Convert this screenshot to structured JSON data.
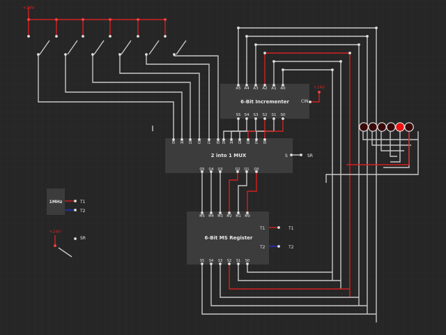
{
  "supply_label": "+24V",
  "clock": {
    "label": "1MHz",
    "t1": "T1",
    "t2": "T2"
  },
  "sr_switch": {
    "supply": "+24V",
    "label": "SR"
  },
  "incrementer": {
    "title": "6-Bit Incrementer",
    "inputs": [
      "A5",
      "A4",
      "A3",
      "A2",
      "A1",
      "A0"
    ],
    "outputs": [
      "S5",
      "S4",
      "S3",
      "S2",
      "S1",
      "S0"
    ],
    "cin_label": "CIN",
    "cin_supply": "+24V"
  },
  "mux": {
    "title": "2 into 1 MUX",
    "inputs_0": [
      "I5",
      "I4",
      "I3",
      "I2",
      "I1",
      "I0"
    ],
    "inputs_1": [
      "I5",
      "I4",
      "I3",
      "I2",
      "I1",
      "I0"
    ],
    "outputs": [
      "Q5",
      "Q4",
      "Q3",
      "Q2",
      "Q1",
      "Q0"
    ],
    "select_label": "S",
    "select_net": "SR"
  },
  "register": {
    "title": "6-Bit MS Register",
    "inputs": [
      "M5",
      "M4",
      "M3",
      "M2",
      "M1",
      "M0"
    ],
    "outputs": [
      "S5",
      "S4",
      "S3",
      "S2",
      "S1",
      "S0"
    ],
    "t1": "T1",
    "t2": "T2"
  },
  "leds": {
    "count": 6,
    "lit_index": 4,
    "off_color": "#3a0a0a",
    "on_color": "#ee1111"
  },
  "colors": {
    "wire": "#c8c8c8",
    "hot": "#d42020",
    "clock_t2": "#2233cc",
    "block": "#3c3c3c",
    "text": "#e8e8e8"
  }
}
